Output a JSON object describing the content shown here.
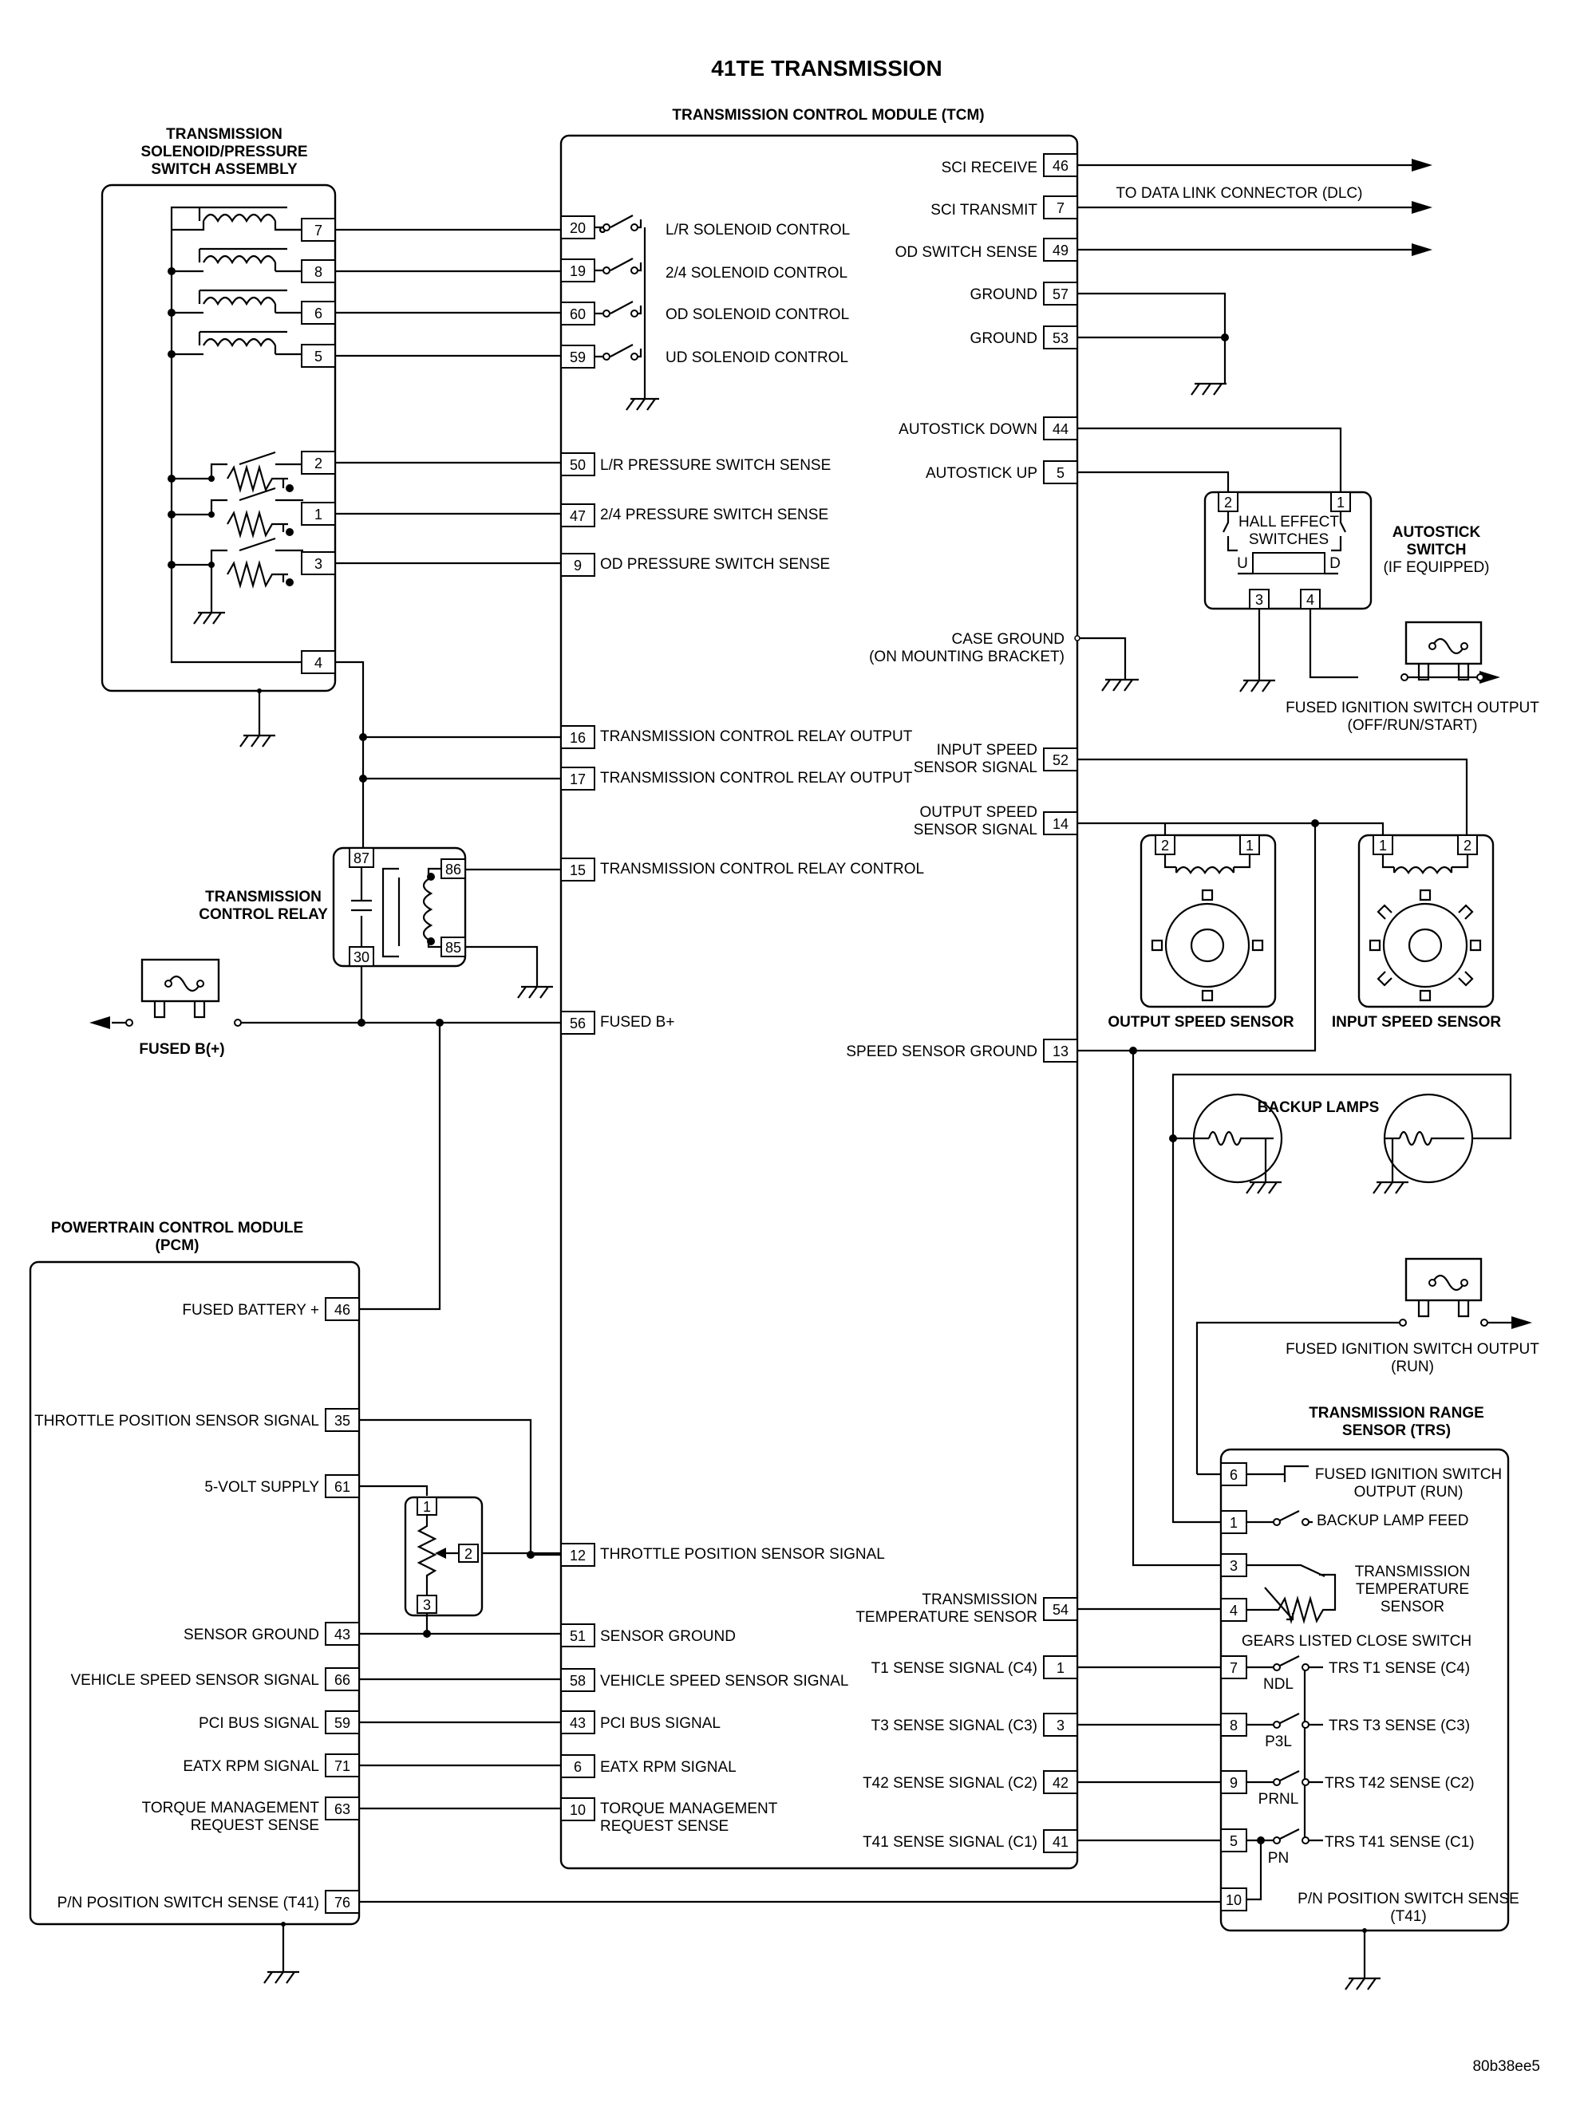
{
  "title": "41TE TRANSMISSION",
  "figure_id": "80b38ee5",
  "tcm": {
    "title": "TRANSMISSION CONTROL MODULE (TCM)",
    "left_pins": [
      {
        "pin": "20",
        "label": "L/R SOLENOID CONTROL"
      },
      {
        "pin": "19",
        "label": "2/4 SOLENOID CONTROL"
      },
      {
        "pin": "60",
        "label": "OD SOLENOID CONTROL"
      },
      {
        "pin": "59",
        "label": "UD SOLENOID CONTROL"
      },
      {
        "pin": "50",
        "label": "L/R PRESSURE SWITCH SENSE"
      },
      {
        "pin": "47",
        "label": "2/4 PRESSURE SWITCH SENSE"
      },
      {
        "pin": "9",
        "label": "OD PRESSURE SWITCH SENSE"
      },
      {
        "pin": "16",
        "label": "TRANSMISSION CONTROL RELAY OUTPUT"
      },
      {
        "pin": "17",
        "label": "TRANSMISSION CONTROL RELAY OUTPUT"
      },
      {
        "pin": "15",
        "label": "TRANSMISSION CONTROL RELAY CONTROL"
      },
      {
        "pin": "56",
        "label": "FUSED B+"
      },
      {
        "pin": "12",
        "label": "THROTTLE POSITION SENSOR SIGNAL"
      },
      {
        "pin": "51",
        "label": "SENSOR GROUND"
      },
      {
        "pin": "58",
        "label": "VEHICLE SPEED SENSOR SIGNAL"
      },
      {
        "pin": "43",
        "label": "PCI BUS SIGNAL"
      },
      {
        "pin": "6",
        "label": "EATX RPM SIGNAL"
      },
      {
        "pin": "10",
        "label": "TORQUE MANAGEMENT",
        "label2": "REQUEST SENSE"
      }
    ],
    "right_pins": [
      {
        "pin": "46",
        "label": "SCI RECEIVE"
      },
      {
        "pin": "7",
        "label": "SCI TRANSMIT"
      },
      {
        "pin": "49",
        "label": "OD SWITCH SENSE"
      },
      {
        "pin": "57",
        "label": "GROUND"
      },
      {
        "pin": "53",
        "label": "GROUND"
      },
      {
        "pin": "44",
        "label": "AUTOSTICK DOWN"
      },
      {
        "pin": "5",
        "label": "AUTOSTICK UP"
      },
      {
        "pin": "52",
        "label": "INPUT SPEED",
        "label2": "SENSOR SIGNAL"
      },
      {
        "pin": "14",
        "label": "OUTPUT SPEED",
        "label2": "SENSOR SIGNAL"
      },
      {
        "pin": "13",
        "label": "SPEED SENSOR GROUND"
      },
      {
        "pin": "54",
        "label": "TRANSMISSION",
        "label2": "TEMPERATURE SENSOR"
      },
      {
        "pin": "1",
        "label": "T1 SENSE SIGNAL (C4)"
      },
      {
        "pin": "3",
        "label": "T3 SENSE SIGNAL (C3)"
      },
      {
        "pin": "42",
        "label": "T42 SENSE SIGNAL (C2)"
      },
      {
        "pin": "41",
        "label": "T41 SENSE SIGNAL (C1)"
      }
    ],
    "case_ground": [
      "CASE GROUND",
      "(ON MOUNTING BRACKET)"
    ],
    "dlc_label": "TO DATA LINK CONNECTOR (DLC)"
  },
  "solenoid_assembly": {
    "title": [
      "TRANSMISSION",
      "SOLENOID/PRESSURE",
      "SWITCH ASSEMBLY"
    ],
    "solenoid_pins": [
      "7",
      "8",
      "6",
      "5"
    ],
    "switch_pins": [
      "2",
      "1",
      "3"
    ],
    "power_pin": "4"
  },
  "relay": {
    "title": [
      "TRANSMISSION",
      "CONTROL RELAY"
    ],
    "pins": [
      "87",
      "30",
      "86",
      "85"
    ]
  },
  "fused_b": "FUSED B(+)",
  "pcm": {
    "title": [
      "POWERTRAIN CONTROL MODULE",
      "(PCM)"
    ],
    "pins": [
      {
        "pin": "46",
        "label": "FUSED BATTERY +"
      },
      {
        "pin": "35",
        "label": "THROTTLE POSITION SENSOR SIGNAL"
      },
      {
        "pin": "61",
        "label": "5-VOLT SUPPLY"
      },
      {
        "pin": "43",
        "label": "SENSOR GROUND"
      },
      {
        "pin": "66",
        "label": "VEHICLE SPEED SENSOR SIGNAL"
      },
      {
        "pin": "59",
        "label": "PCI BUS SIGNAL"
      },
      {
        "pin": "71",
        "label": "EATX RPM SIGNAL"
      },
      {
        "pin": "63",
        "label": "TORQUE MANAGEMENT",
        "label2": "REQUEST SENSE"
      },
      {
        "pin": "76",
        "label": "P/N POSITION SWITCH SENSE (T41)"
      }
    ]
  },
  "tps": {
    "pins": [
      "1",
      "2",
      "3"
    ]
  },
  "autostick": {
    "title": [
      "AUTOSTICK",
      "SWITCH",
      "(IF EQUIPPED)"
    ],
    "inner": [
      "HALL EFFECT",
      "SWITCHES"
    ],
    "pins": [
      "2",
      "1",
      "3",
      "4"
    ],
    "u": "U",
    "d": "D",
    "fuse_label": [
      "FUSED IGNITION SWITCH OUTPUT",
      "(OFF/RUN/START)"
    ]
  },
  "speed_sensors": {
    "output": {
      "title": "OUTPUT SPEED SENSOR",
      "pins": [
        "2",
        "1"
      ]
    },
    "input": {
      "title": "INPUT SPEED SENSOR",
      "pins": [
        "1",
        "2"
      ]
    }
  },
  "backup_lamps": "BACKUP LAMPS",
  "run_fuse": [
    "FUSED IGNITION SWITCH OUTPUT",
    "(RUN)"
  ],
  "trs": {
    "title": [
      "TRANSMISSION RANGE",
      "SENSOR (TRS)"
    ],
    "pins": [
      {
        "pin": "6",
        "label": "FUSED IGNITION SWITCH",
        "label2": "OUTPUT (RUN)"
      },
      {
        "pin": "1",
        "label": "BACKUP LAMP FEED"
      },
      {
        "pin": "3",
        "label": "TRANSMISSION",
        "label2": "TEMPERATURE",
        "label3": "SENSOR"
      },
      {
        "pin": "4",
        "label": ""
      },
      {
        "pin": "7",
        "label": "TRS T1 SENSE (C4)",
        "switch": "NDL"
      },
      {
        "pin": "8",
        "label": "TRS T3 SENSE (C3)",
        "switch": "P3L"
      },
      {
        "pin": "9",
        "label": "TRS T42 SENSE (C2)",
        "switch": "PRNL"
      },
      {
        "pin": "5",
        "label": "TRS T41 SENSE (C1)",
        "switch": "PN"
      },
      {
        "pin": "10",
        "label": "P/N POSITION SWITCH SENSE",
        "label2": "(T41)"
      }
    ],
    "gears_note": "GEARS LISTED CLOSE SWITCH"
  }
}
